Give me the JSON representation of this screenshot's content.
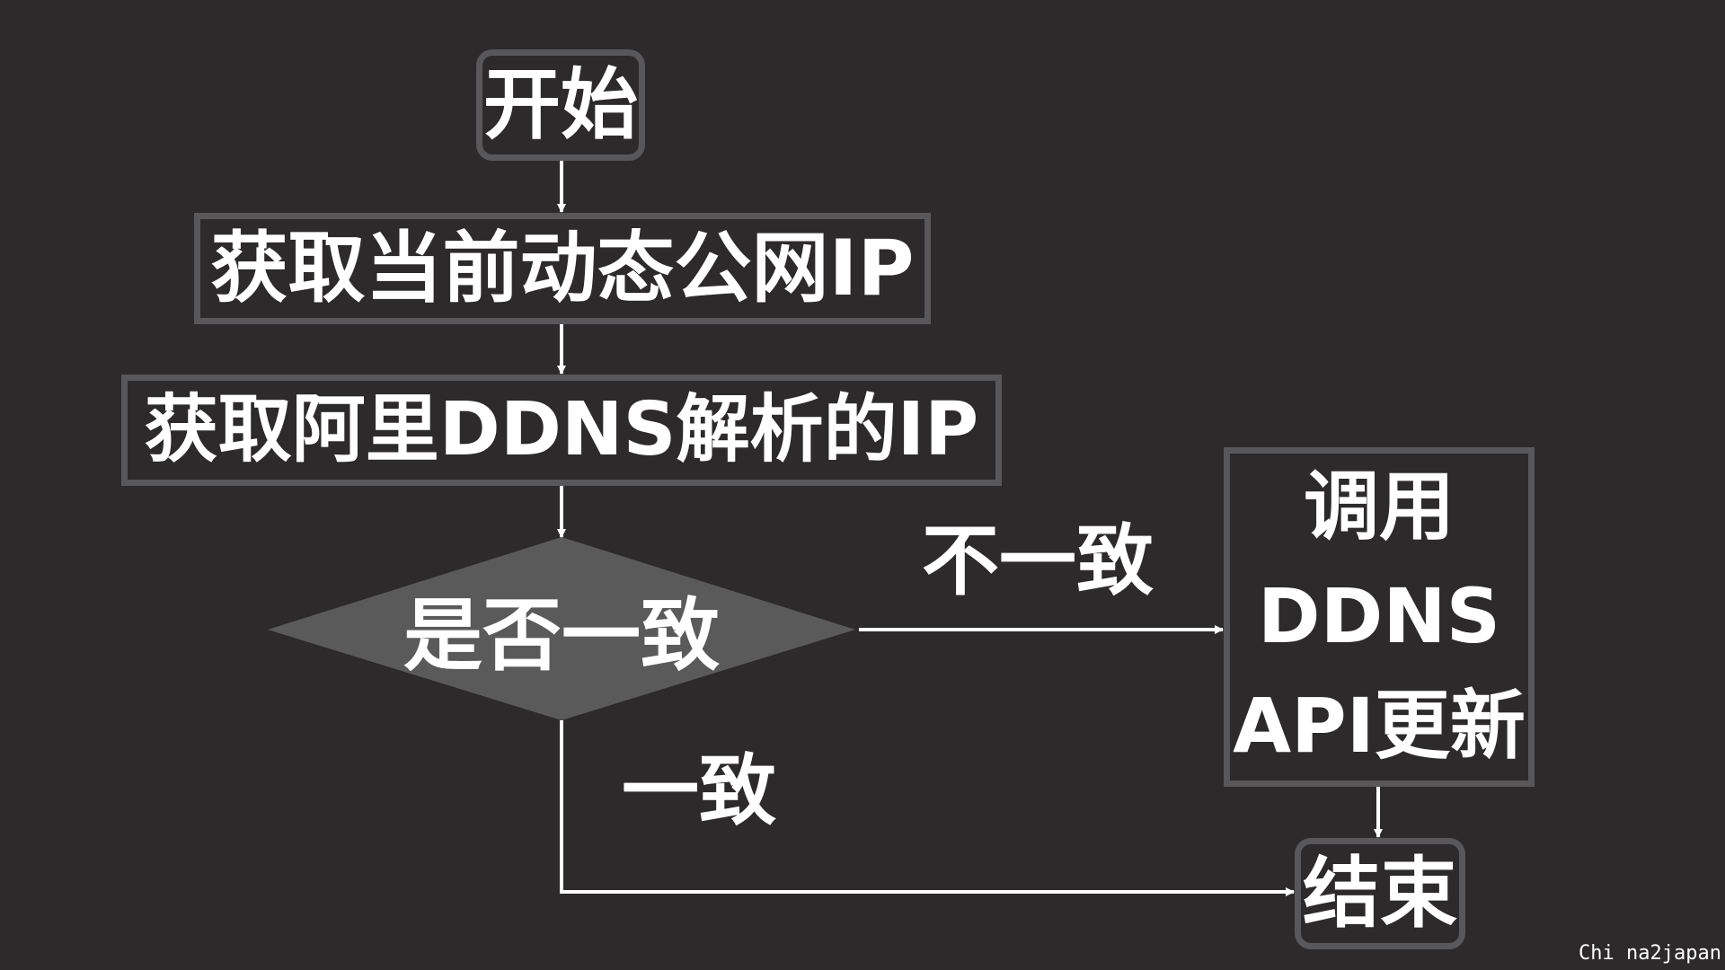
{
  "flowchart": {
    "start": "开始",
    "step_get_public_ip": "获取当前动态公网IP",
    "step_get_ddns_ip": "获取阿里DDNS解析的IP",
    "decision": "是否一致",
    "branch_mismatch": "不一致",
    "branch_match": "一致",
    "update_lines": [
      "调用",
      "DDNS",
      "API更新"
    ],
    "end": "结束"
  },
  "watermark": "Chi na2japan",
  "colors": {
    "background": "#2c2a2b",
    "box_border": "#58585a",
    "decision_fill": "#5a5a5a",
    "text_and_arrows": "#ffffff"
  }
}
